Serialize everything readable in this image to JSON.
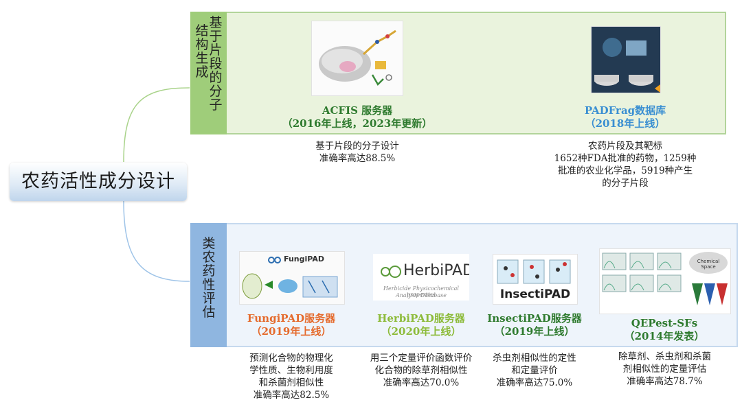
{
  "root": {
    "title": "农药活性成分设计"
  },
  "sections": {
    "fragment": {
      "label_col1": "结构生成",
      "label_col2": "基于片段的分子"
    },
    "evaluation": {
      "label": "类农药性评估"
    }
  },
  "tools": {
    "acfis": {
      "name": "ACFIS 服务器",
      "date": "（2016年上线，2023年更新）",
      "desc1": "基于片段的分子设计",
      "desc2": "准确率高达88.5%",
      "color": "#2e7a2e"
    },
    "padfrag": {
      "name": "PADFrag数据库",
      "date": "（2018年上线）",
      "desc1": "农药片段及其靶标",
      "desc2": "1652种FDA批准的药物，1259种",
      "desc3": "批准的农业化学品，5919种产生",
      "desc4": "的分子片段",
      "color": "#3a8fd2"
    },
    "fungipad": {
      "name": "FungiPAD服务器",
      "date": "（2019年上线）",
      "logo": "FungiPAD",
      "desc1": "预测化合物的物理化",
      "desc2": "学性质、生物利用度",
      "desc3": "和杀菌剂相似性",
      "desc4": "准确率高达82.5%",
      "color": "#e56a2c"
    },
    "herbipad": {
      "name": "HerbiPAD服务器",
      "date": "（2020年上线）",
      "logo": "HerbiPAD",
      "logo_sub1": "Herbicide Physicochemical properties",
      "logo_sub2": "Analysis Database",
      "desc1": "用三个定量评价函数评价",
      "desc2": "化合物的除草剂相似性",
      "desc3": "准确率高达70.0%",
      "color": "#8dbb3a"
    },
    "insectipad": {
      "name": "InsectiPAD服务器",
      "date": "（2019年上线）",
      "logo": "InsectiPAD",
      "desc1": "杀虫剂相似性的定性",
      "desc2": "和定量评价",
      "desc3": "准确率高达75.0%",
      "color": "#2e7a2e"
    },
    "qepest": {
      "name": "QEPest-SFs",
      "date": "（2014年发表）",
      "logo": "Chemical Space",
      "desc1": "除草剂、杀虫剂和杀菌",
      "desc2": "剂相似性的定量评估",
      "desc3": "准确率高达78.7%",
      "color": "#2e7a2e"
    }
  }
}
